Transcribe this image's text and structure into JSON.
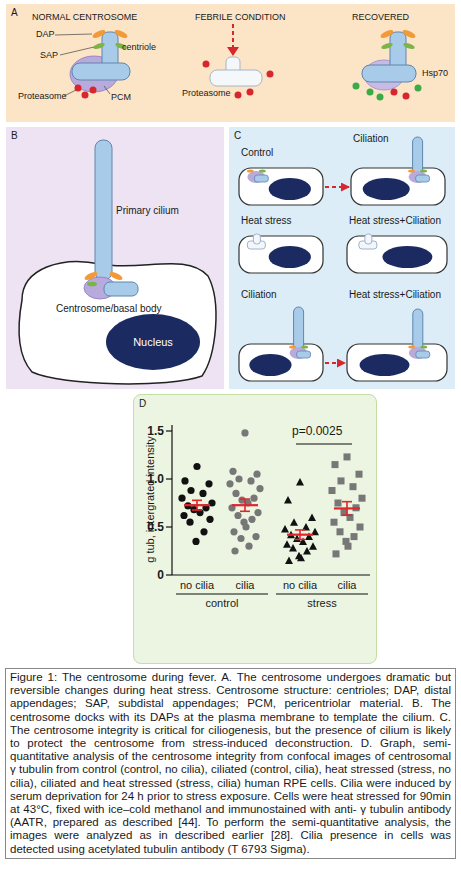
{
  "diagram": {
    "caption": "Figure 1: The centrosome during fever. A. The centrosome undergoes dramatic but reversible changes during heat stress. Centrosome structure: centrioles; DAP, distal appendages; SAP, subdistal appendages; PCM, pericentriolar material. B. The centrosome docks with its DAPs at the plasma membrane to template the cilium. C. The centrosome integrity is critical for ciliogenesis, but the presence of cilium is likely to protect the centrosome from stress-induced deconstruction. D. Graph, semi-quantitative analysis of the centrosome integrity from confocal images of centrosomal γ tubulin from control (control, no cilia), ciliated (control, cilia), heat stressed (stress, no cilia), ciliated and heat stressed (stress, cilia) human RPE cells. Cilia were induced by serum deprivation for 24 h prior to stress exposure. Cells were heat stressed for 90min at 43°C, fixed with ice–cold methanol and immunostained with anti- γ tubulin antibody (AATR, prepared as described [44]. To perform the semi-quantitative analysis, the images were analyzed as in described earlier [28]. Cilia presence in cells was detected using acetylated tubulin antibody (T 6793 Sigma).",
    "nodes": [
      {
        "text": [
          "A"
        ]
      },
      {
        "text": [
          "B"
        ]
      },
      {
        "text": [
          "Nucleus"
        ],
        "in": 1
      },
      {
        "text": [
          "C"
        ]
      },
      {
        "text": [
          "Control"
        ],
        "in": 3
      },
      {
        "text": [
          "Ciliation"
        ],
        "in": 3
      },
      {
        "text": [
          "Heat stress"
        ],
        "in": 3
      },
      {
        "text": [
          "Heat stress+Ciliation"
        ],
        "in": 3
      },
      {
        "text": [
          "Ciliation"
        ],
        "in": 3
      },
      {
        "text": [
          "Heat stress+Ciliation"
        ],
        "in": 3
      },
      {
        "text": [
          "D"
        ]
      }
    ],
    "edges": [
      {
        "from": 4,
        "to": 5,
        "arrow": "to"
      },
      {
        "from": 8,
        "to": 9,
        "arrow": "to"
      }
    ],
    "labels": [
      "NORMAL CENTROSOME",
      "FEBRILE CONDITION",
      "RECOVERED",
      "DAP",
      "SAP",
      "centriole",
      "Proteasome",
      "PCM",
      "Proteasome",
      "Hsp70",
      "Primary cilium",
      "Centrosome/basal body",
      "1.5",
      "1.0",
      "0.5",
      "0",
      "g tub, intergrated intensity",
      "p=0.0025",
      "no cilia",
      "cilia",
      "no cilia",
      "cilia",
      "control",
      "stress"
    ]
  }
}
